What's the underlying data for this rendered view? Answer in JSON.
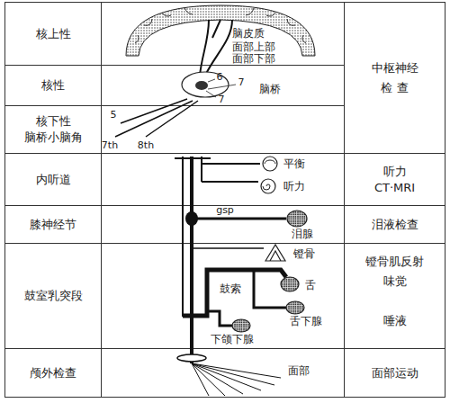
{
  "diagram": {
    "nodes": [
      {
        "text": [
          "核上性"
        ]
      },
      {
        "text": [
          "中枢神经",
          "检 查"
        ]
      },
      {
        "text": [
          "核性"
        ]
      },
      {
        "text": [
          "核下性",
          "脑桥小脑角"
        ]
      },
      {
        "text": [
          "内听道"
        ]
      },
      {
        "text": [
          "听力",
          "CT·MRI"
        ]
      },
      {
        "text": [
          "膝神经节"
        ]
      },
      {
        "text": [
          "泪液检查"
        ]
      },
      {
        "text": [
          "鼓室乳突段"
        ]
      },
      {
        "text": [
          "镫骨肌反射",
          "味觉",
          "唾液"
        ]
      },
      {
        "text": [
          "颅外检查"
        ]
      },
      {
        "text": [
          "面部运动"
        ]
      }
    ],
    "labels": [
      "脑皮质",
      "面部上部",
      "面部下部",
      "6",
      "7",
      "脑桥",
      "7",
      "5",
      "7th",
      "8th",
      "平衡",
      "听力",
      "gsp",
      "泪腺",
      "镫骨",
      "鼓索",
      "舌",
      "舌下腺",
      "下颌下腺",
      "面部"
    ]
  }
}
